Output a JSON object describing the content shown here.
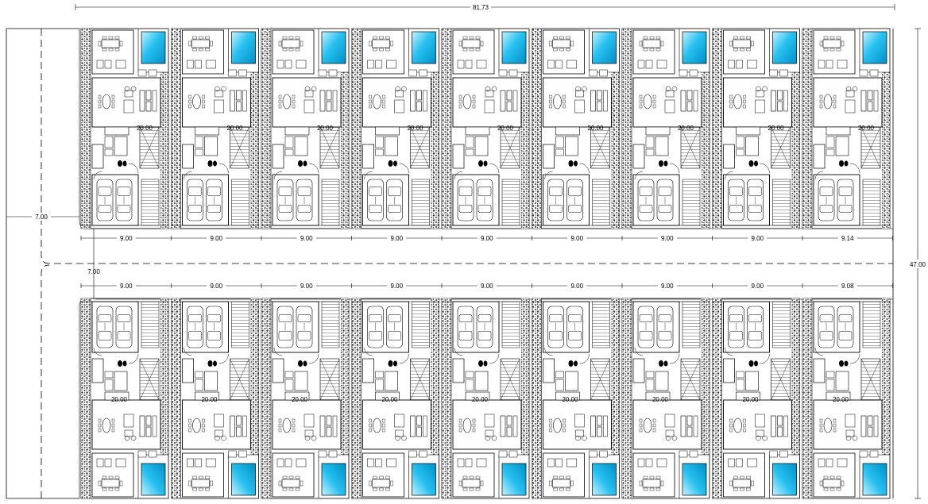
{
  "dimensions": {
    "overall_width": "81.73",
    "overall_depth": "47.00",
    "road_width_left": "7.00",
    "road_width_center": "7.00",
    "lot_widths_top": [
      "9.00",
      "9.00",
      "9.00",
      "9.00",
      "9.00",
      "9.00",
      "9.00",
      "9.00",
      "9.14"
    ],
    "lot_widths_bottom": [
      "9.00",
      "9.00",
      "9.00",
      "9.00",
      "9.00",
      "9.00",
      "9.00",
      "9.00",
      "9.08"
    ],
    "lot_depth_label": "20.00"
  },
  "lots": {
    "rows": 2,
    "per_row": 9
  },
  "colors": {
    "line": "#000000",
    "pool_light": "#bfefff",
    "pool_dark": "#00a8e0",
    "gravel": "#555555"
  }
}
